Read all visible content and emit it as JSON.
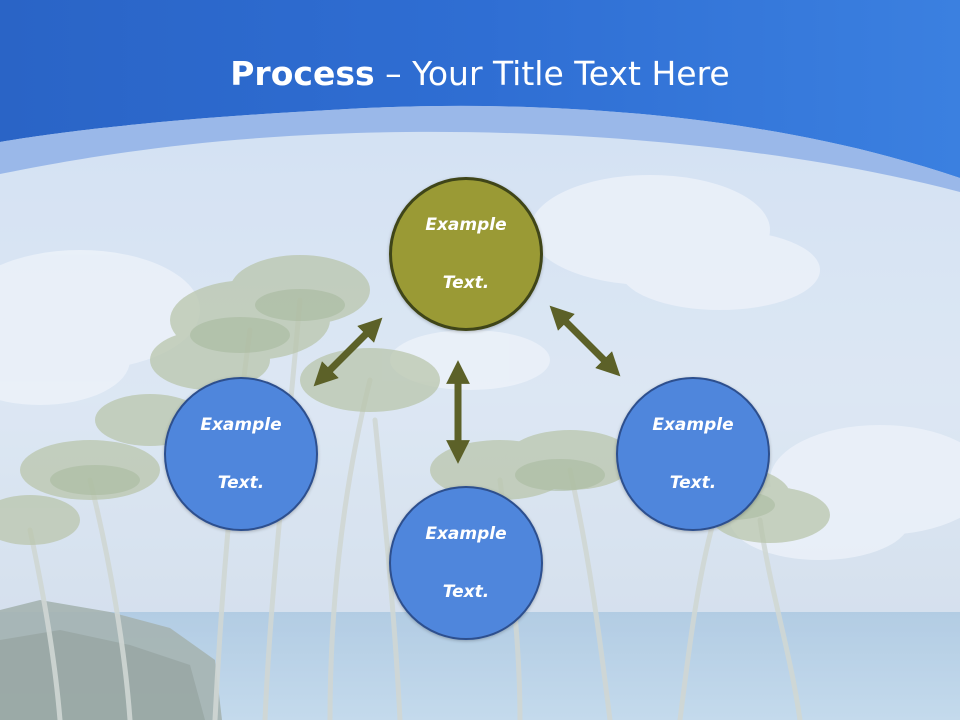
{
  "slide": {
    "title_bold": "Process",
    "title_rest": " – Your Title Text Here"
  },
  "nodes": {
    "top": {
      "line1": "Example",
      "line2": "Text."
    },
    "left": {
      "line1": "Example",
      "line2": "Text."
    },
    "right": {
      "line1": "Example",
      "line2": "Text."
    },
    "bottom": {
      "line1": "Example",
      "line2": "Text."
    }
  },
  "colors": {
    "header_blue": "#2f6fd2",
    "node_blue": "#4f86dc",
    "node_olive": "#9a9a35",
    "arrow": "#5c6128"
  }
}
